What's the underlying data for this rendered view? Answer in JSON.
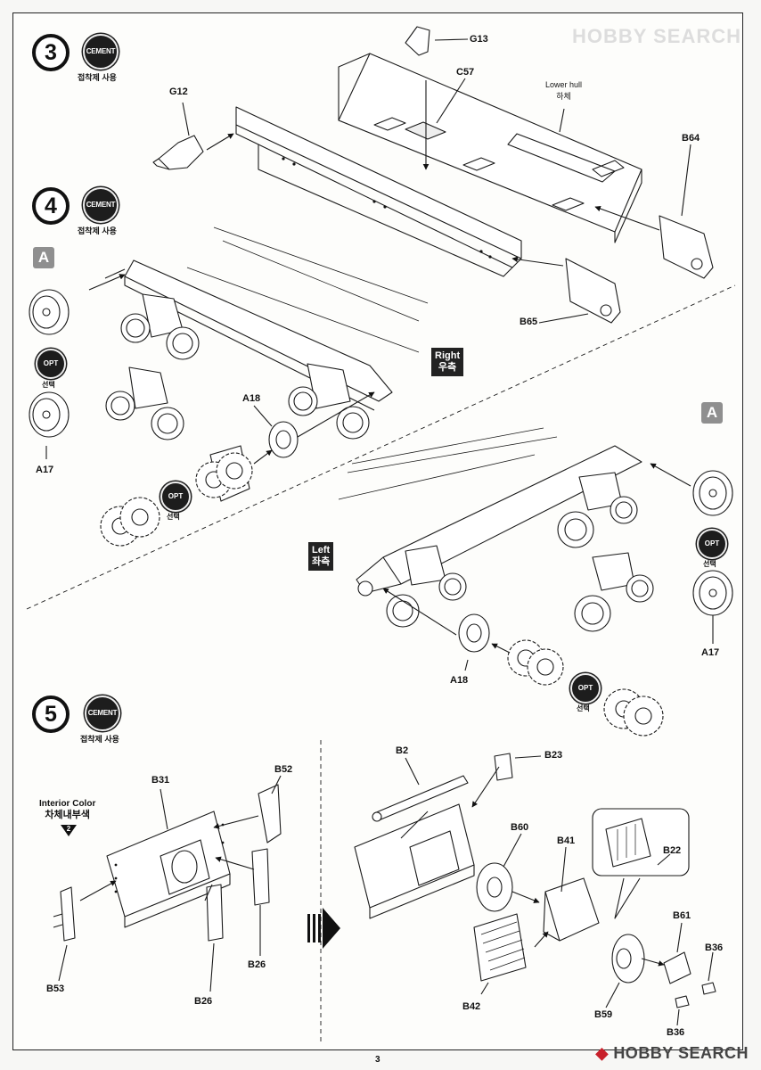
{
  "page": {
    "number": "3"
  },
  "watermark": {
    "top": "HOBBY SEARCH",
    "bottom": "HOBBY SEARCH",
    "brand_color": "#c8202a"
  },
  "steps": [
    {
      "number": "3",
      "cement_badge": "CEMENT",
      "cement_note": "접착제 사용"
    },
    {
      "number": "4",
      "cement_badge": "CEMENT",
      "cement_note": "접착제 사용"
    },
    {
      "number": "5",
      "cement_badge": "CEMENT",
      "cement_note": "접착제 사용"
    }
  ],
  "step3": {
    "parts": {
      "g13": "G13",
      "c57": "C57",
      "g12": "G12",
      "b64": "B64",
      "b65": "B65"
    },
    "lower_hull": {
      "en": "Lower hull",
      "ko": "하체"
    }
  },
  "step4": {
    "right_side": {
      "en": "Right",
      "ko": "우측"
    },
    "left_side": {
      "en": "Left",
      "ko": "좌측"
    },
    "tag_a": "A",
    "opt_badge": "OPT",
    "opt_note": "선택",
    "parts": {
      "a17": "A17",
      "a18": "A18"
    }
  },
  "step5": {
    "interior_color": {
      "en": "Interior Color",
      "ko": "차체내부색",
      "ref": "2"
    },
    "parts": {
      "b31": "B31",
      "b52": "B52",
      "b53": "B53",
      "b26": "B26",
      "b2": "B2",
      "b23": "B23",
      "b60": "B60",
      "b41": "B41",
      "b22": "B22",
      "b61": "B61",
      "b36": "B36",
      "b42": "B42",
      "b59": "B59"
    }
  },
  "icons": {
    "step_circle": "step-number-icon",
    "cement": "cement-glue-icon",
    "opt": "optional-part-icon",
    "arrow": "next-assembly-arrow-icon"
  }
}
